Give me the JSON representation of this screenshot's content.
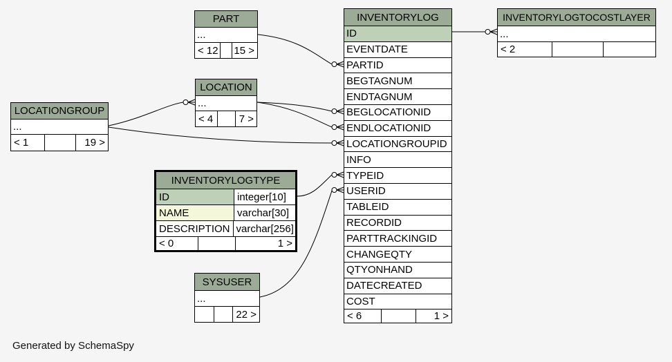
{
  "page": {
    "generator_note": "Generated by SchemaSpy"
  },
  "colors": {
    "table_header_bg": "#9bab96",
    "primary_key_bg": "#bed1b8",
    "indexed_column_bg": "#f4f7da",
    "page_bg": "#f5f5f5",
    "border": "#000000"
  },
  "tables": {
    "part": {
      "title": "PART",
      "body": "...",
      "footer": {
        "left": "< 12",
        "mid": "",
        "right": "15 >"
      }
    },
    "location": {
      "title": "LOCATION",
      "body": "...",
      "footer": {
        "left": "< 4",
        "mid": "",
        "right": "7 >"
      }
    },
    "locationgroup": {
      "title": "LOCATIONGROUP",
      "body": "...",
      "footer": {
        "left": "< 1",
        "mid": "",
        "right": "19 >"
      }
    },
    "inventorylogtype": {
      "title": "INVENTORYLOGTYPE",
      "columns": [
        {
          "name": "ID",
          "type": "integer[10]",
          "key": "primary"
        },
        {
          "name": "NAME",
          "type": "varchar[30]",
          "key": "indexed"
        },
        {
          "name": "DESCRIPTION",
          "type": "varchar[256]",
          "key": "none"
        }
      ],
      "footer": {
        "left": "< 0",
        "mid": "",
        "right": "1 >"
      }
    },
    "sysuser": {
      "title": "SYSUSER",
      "body": "...",
      "footer": {
        "left": "",
        "mid": "",
        "right": "22 >"
      }
    },
    "inventorylog": {
      "title": "INVENTORYLOG",
      "columns": [
        "ID",
        "EVENTDATE",
        "PARTID",
        "BEGTAGNUM",
        "ENDTAGNUM",
        "BEGLOCATIONID",
        "ENDLOCATIONID",
        "LOCATIONGROUPID",
        "INFO",
        "TYPEID",
        "USERID",
        "TABLEID",
        "RECORDID",
        "PARTTRACKINGID",
        "CHANGEQTY",
        "QTYONHAND",
        "DATECREATED",
        "COST"
      ],
      "footer": {
        "left": "< 6",
        "mid": "",
        "right": "1 >"
      }
    },
    "inventorylogtocostlayer": {
      "title": "INVENTORYLOGTOCOSTLAYER",
      "body": "...",
      "footer": {
        "left": "< 2",
        "mid": "",
        "right": ""
      }
    }
  },
  "relationships": [
    {
      "from": "PART",
      "to": "INVENTORYLOG.PARTID"
    },
    {
      "from": "LOCATION",
      "to": "INVENTORYLOG.BEGLOCATIONID"
    },
    {
      "from": "LOCATION",
      "to": "INVENTORYLOG.ENDLOCATIONID"
    },
    {
      "from": "LOCATIONGROUP",
      "to": "LOCATION"
    },
    {
      "from": "LOCATIONGROUP",
      "to": "INVENTORYLOG.LOCATIONGROUPID"
    },
    {
      "from": "INVENTORYLOGTYPE.ID",
      "to": "INVENTORYLOG.TYPEID"
    },
    {
      "from": "SYSUSER",
      "to": "INVENTORYLOG.USERID"
    },
    {
      "from": "INVENTORYLOG.ID",
      "to": "INVENTORYLOGTOCOSTLAYER"
    }
  ]
}
